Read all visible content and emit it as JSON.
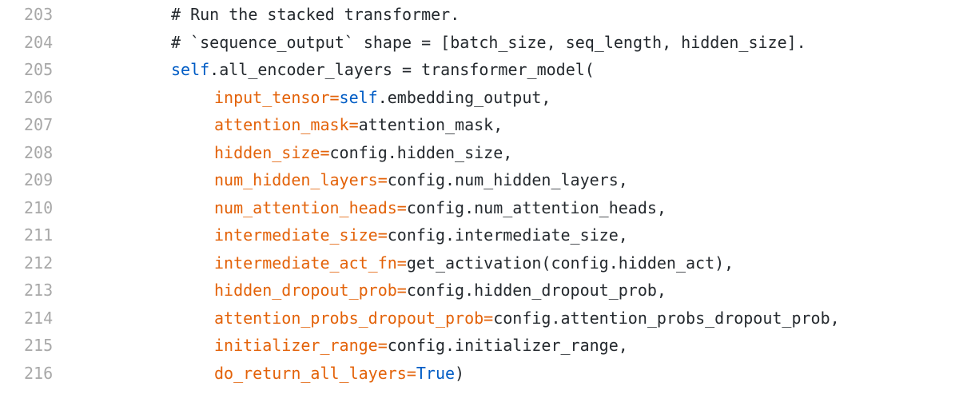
{
  "code": {
    "lines": [
      {
        "number": "203",
        "indent": 2,
        "tokens": [
          {
            "t": "# Run the stacked transformer.",
            "k": "comment"
          }
        ]
      },
      {
        "number": "204",
        "indent": 2,
        "tokens": [
          {
            "t": "# `sequence_output` shape = [batch_size, seq_length, hidden_size].",
            "k": "comment"
          }
        ]
      },
      {
        "number": "205",
        "indent": 2,
        "tokens": [
          {
            "t": "self",
            "k": "self"
          },
          {
            "t": ".all_encoder_layers = transformer_model(",
            "k": "plain"
          }
        ]
      },
      {
        "number": "206",
        "indent": 3,
        "tokens": [
          {
            "t": "input_tensor",
            "k": "param"
          },
          {
            "t": "=",
            "k": "param"
          },
          {
            "t": "self",
            "k": "self"
          },
          {
            "t": ".embedding_output,",
            "k": "plain"
          }
        ]
      },
      {
        "number": "207",
        "indent": 3,
        "tokens": [
          {
            "t": "attention_mask",
            "k": "param"
          },
          {
            "t": "=",
            "k": "param"
          },
          {
            "t": "attention_mask,",
            "k": "plain"
          }
        ]
      },
      {
        "number": "208",
        "indent": 3,
        "tokens": [
          {
            "t": "hidden_size",
            "k": "param"
          },
          {
            "t": "=",
            "k": "param"
          },
          {
            "t": "config.hidden_size,",
            "k": "plain"
          }
        ]
      },
      {
        "number": "209",
        "indent": 3,
        "tokens": [
          {
            "t": "num_hidden_layers",
            "k": "param"
          },
          {
            "t": "=",
            "k": "param"
          },
          {
            "t": "config.num_hidden_layers,",
            "k": "plain"
          }
        ]
      },
      {
        "number": "210",
        "indent": 3,
        "tokens": [
          {
            "t": "num_attention_heads",
            "k": "param"
          },
          {
            "t": "=",
            "k": "param"
          },
          {
            "t": "config.num_attention_heads,",
            "k": "plain"
          }
        ]
      },
      {
        "number": "211",
        "indent": 3,
        "tokens": [
          {
            "t": "intermediate_size",
            "k": "param"
          },
          {
            "t": "=",
            "k": "param"
          },
          {
            "t": "config.intermediate_size,",
            "k": "plain"
          }
        ]
      },
      {
        "number": "212",
        "indent": 3,
        "tokens": [
          {
            "t": "intermediate_act_fn",
            "k": "param"
          },
          {
            "t": "=",
            "k": "param"
          },
          {
            "t": "get_activation(config.hidden_act),",
            "k": "plain"
          }
        ]
      },
      {
        "number": "213",
        "indent": 3,
        "tokens": [
          {
            "t": "hidden_dropout_prob",
            "k": "param"
          },
          {
            "t": "=",
            "k": "param"
          },
          {
            "t": "config.hidden_dropout_prob,",
            "k": "plain"
          }
        ]
      },
      {
        "number": "214",
        "indent": 3,
        "tokens": [
          {
            "t": "attention_probs_dropout_prob",
            "k": "param"
          },
          {
            "t": "=",
            "k": "param"
          },
          {
            "t": "config.attention_probs_dropout_prob,",
            "k": "plain"
          }
        ]
      },
      {
        "number": "215",
        "indent": 3,
        "tokens": [
          {
            "t": "initializer_range",
            "k": "param"
          },
          {
            "t": "=",
            "k": "param"
          },
          {
            "t": "config.initializer_range,",
            "k": "plain"
          }
        ]
      },
      {
        "number": "216",
        "indent": 3,
        "tokens": [
          {
            "t": "do_return_all_layers",
            "k": "param"
          },
          {
            "t": "=",
            "k": "param"
          },
          {
            "t": "True",
            "k": "const"
          },
          {
            "t": ")",
            "k": "plain"
          }
        ]
      }
    ]
  }
}
